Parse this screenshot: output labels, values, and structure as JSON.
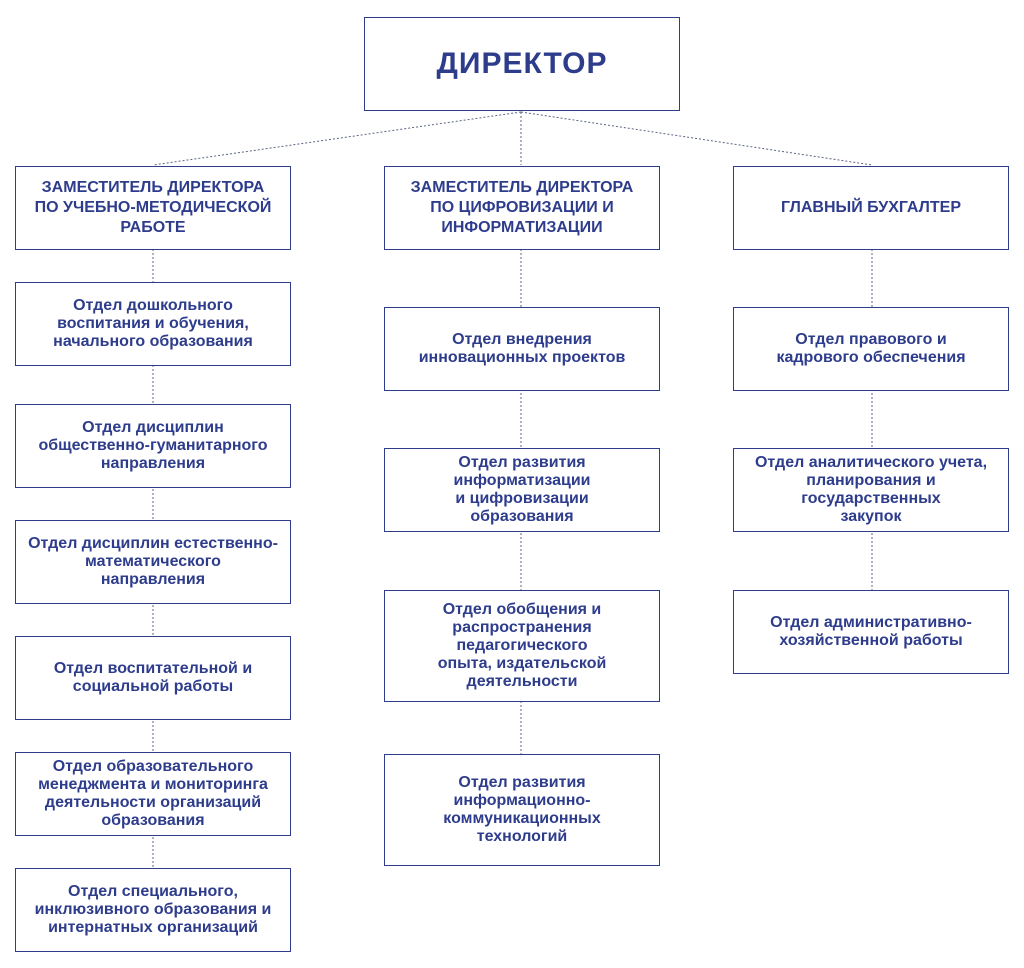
{
  "colors": {
    "box_border": "#2e3c8c",
    "text": "#2e3c8c",
    "connector": "#5b6486"
  },
  "director": {
    "title": "ДИРЕКТОР"
  },
  "columns": [
    {
      "head": "ЗАМЕСТИТЕЛЬ ДИРЕКТОРА\nПО УЧЕБНО-МЕТОДИЧЕСКОЙ\nРАБОТЕ",
      "departments": [
        "Отдел дошкольного\nвоспитания и обучения,\nначального образования",
        "Отдел дисциплин\nобщественно-гуманитарного\nнаправления",
        "Отдел дисциплин естественно-\nматематического\nнаправления",
        "Отдел воспитательной и\nсоциальной работы",
        "Отдел образовательного\nменеджмента и мониторинга\nдеятельности организаций\nобразования",
        "Отдел специального,\nинклюзивного образования и\nинтернатных организаций"
      ]
    },
    {
      "head": "ЗАМЕСТИТЕЛЬ ДИРЕКТОРА\nПО ЦИФРОВИЗАЦИИ И\nИНФОРМАТИЗАЦИИ",
      "departments": [
        "Отдел внедрения\nинновационных проектов",
        "Отдел развития\nинформатизации\nи цифровизации\nобразования",
        "Отдел обобщения и\nраспространения\nпедагогического\nопыта, издательской\nдеятельности",
        "Отдел развития\nинформационно-\nкоммуникационных\nтехнологий"
      ]
    },
    {
      "head": "ГЛАВНЫЙ БУХГАЛТЕР",
      "departments": [
        "Отдел правового и\nкадрового обеспечения",
        "Отдел аналитического учета,\nпланирования и\nгосударственных\nзакупок",
        "Отдел административно-\nхозяйственной работы"
      ]
    }
  ]
}
